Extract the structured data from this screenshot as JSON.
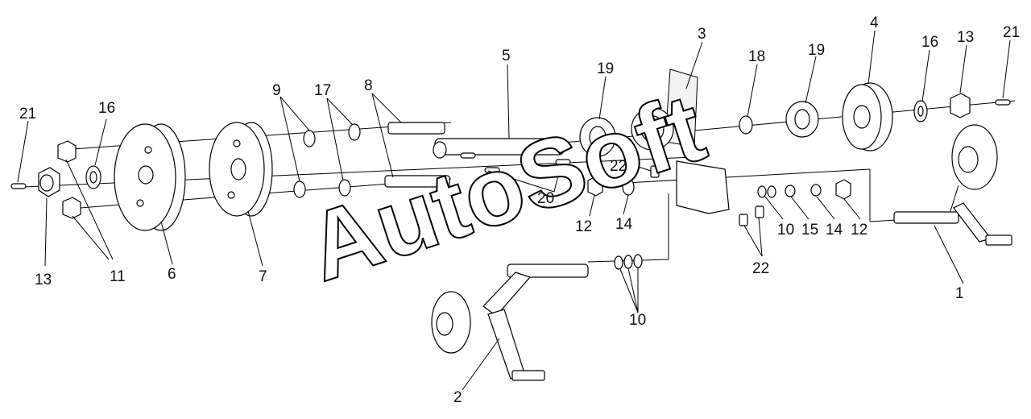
{
  "callouts": {
    "c1": "1",
    "c2": "2",
    "c3": "3",
    "c4": "4",
    "c5": "5",
    "c6": "6",
    "c7": "7",
    "c8": "8",
    "c9": "9",
    "c10a": "10",
    "c10b": "10",
    "c11": "11",
    "c12a": "12",
    "c12b": "12",
    "c13a": "13",
    "c13b": "13",
    "c14a": "14",
    "c14b": "14",
    "c15": "15",
    "c16a": "16",
    "c16b": "16",
    "c17": "17",
    "c18": "18",
    "c19a": "19",
    "c19b": "19",
    "c20": "20",
    "c21a": "21",
    "c21b": "21",
    "c22a": "22",
    "c22b": "22"
  },
  "watermark": "AutoSoft",
  "colors": {
    "line": "#000000",
    "part_fill": "#ffffff",
    "shade": "#f2f2f2"
  }
}
